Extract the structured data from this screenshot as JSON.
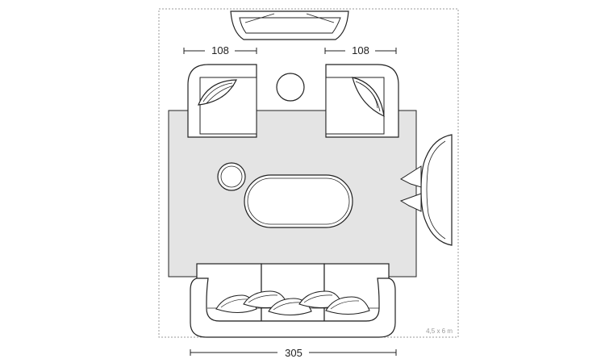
{
  "dimensions": {
    "left_chair_width": "108",
    "right_chair_width": "108",
    "sofa_width": "305"
  },
  "room_size": "4,5 x 6 m",
  "colors": {
    "rug": "#e4e4e4",
    "stroke": "#222222",
    "furniture_fill": "#ffffff",
    "room_border": "#9a9a9a"
  }
}
